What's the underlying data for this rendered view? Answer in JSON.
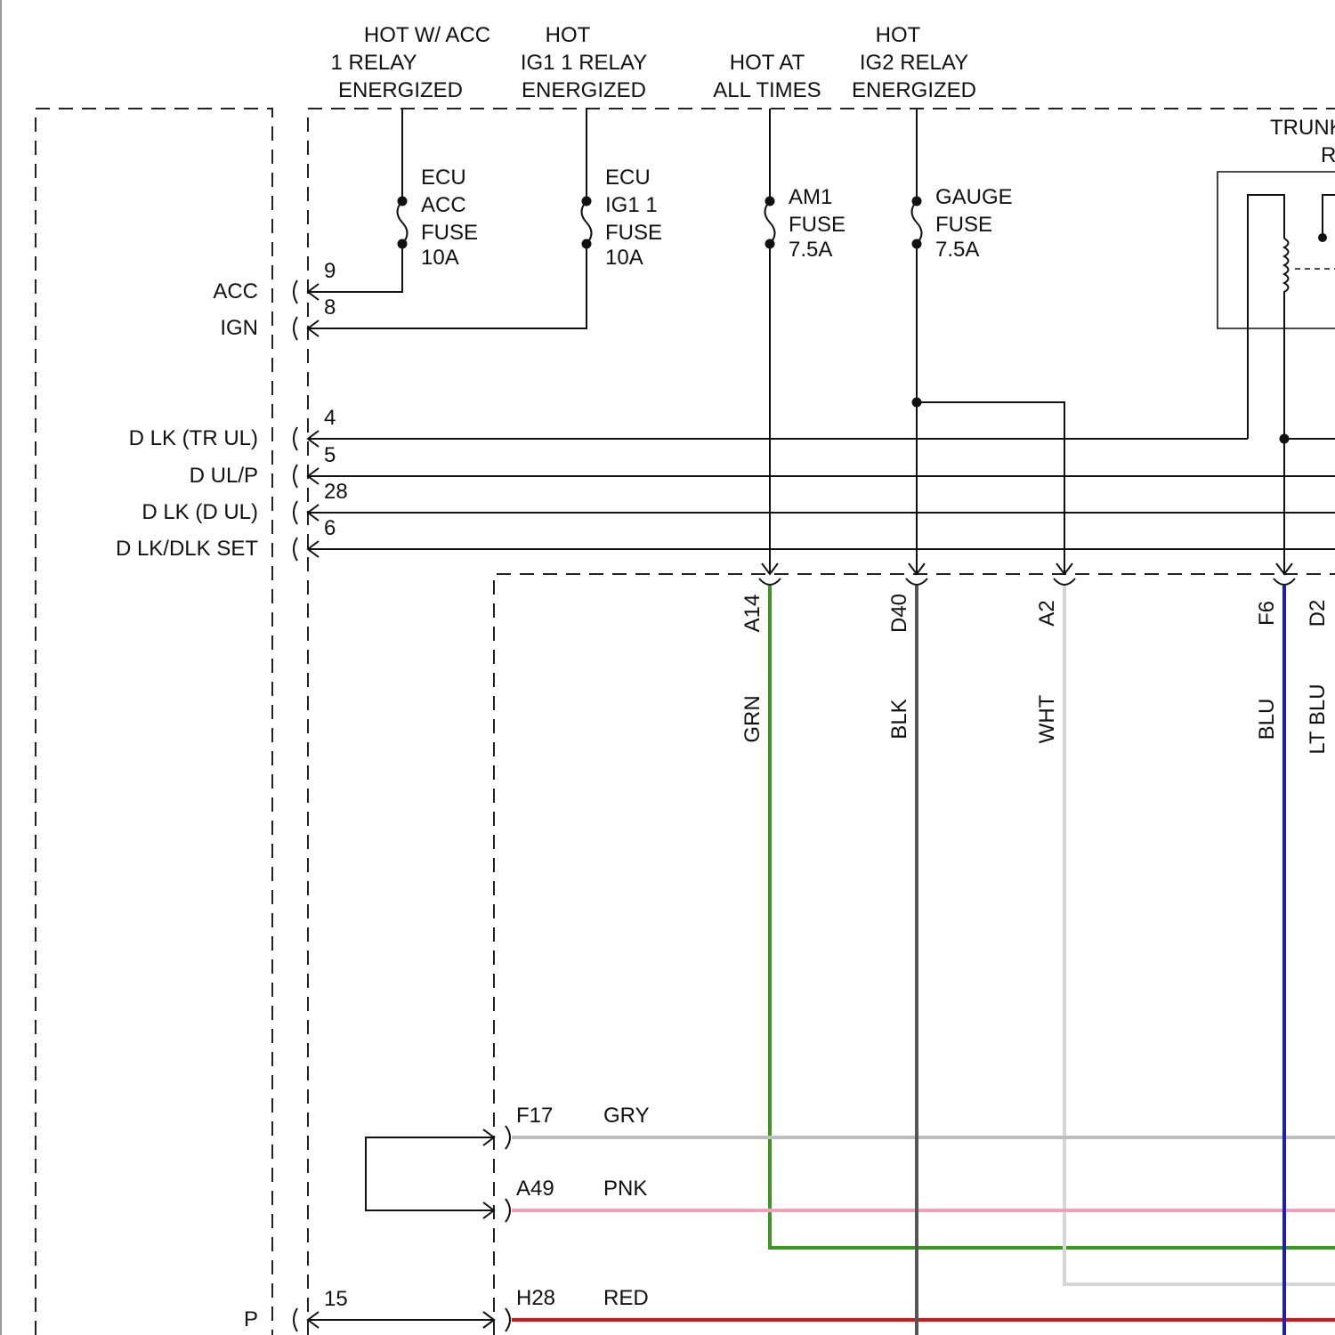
{
  "sources": {
    "acc_relay": {
      "line1": "HOT W/ ACC",
      "line2": "1 RELAY",
      "line3": "ENERGIZED"
    },
    "ig1_relay": {
      "line1": "HOT",
      "line2": "IG1 1 RELAY",
      "line3": "ENERGIZED"
    },
    "all_times": {
      "line1": "HOT AT",
      "line2": "ALL TIMES"
    },
    "ig2_relay": {
      "line1": "HOT",
      "line2": "IG2 RELAY",
      "line3": "ENERGIZED"
    }
  },
  "fuses": {
    "ecu_acc": {
      "line1": "ECU",
      "line2": "ACC",
      "line3": "FUSE",
      "rating": "10A"
    },
    "ecu_ig1": {
      "line1": "ECU",
      "line2": "IG1 1",
      "line3": "FUSE",
      "rating": "10A"
    },
    "am1": {
      "line1": "AM1",
      "line2": "FUSE",
      "rating": "7.5A"
    },
    "gauge": {
      "line1": "GAUGE",
      "line2": "FUSE",
      "rating": "7.5A"
    }
  },
  "relay": {
    "line1": "TRUNK",
    "line2": "R"
  },
  "ecu_pins": [
    {
      "name": "ACC",
      "pin": "9"
    },
    {
      "name": "IGN",
      "pin": "8"
    },
    {
      "name": "D LK (TR UL)",
      "pin": "4"
    },
    {
      "name": "D UL/P",
      "pin": "5"
    },
    {
      "name": "D LK (D UL)",
      "pin": "28"
    },
    {
      "name": "D LK/DLK SET",
      "pin": "6"
    },
    {
      "name": "P",
      "pin": "15"
    }
  ],
  "junction_pins": [
    {
      "pin": "A14",
      "color": "GRN",
      "hex": "#3a9a1e"
    },
    {
      "pin": "D40",
      "color": "BLK",
      "hex": "#555555"
    },
    {
      "pin": "A2",
      "color": "WHT",
      "hex": "#d6d6d6"
    },
    {
      "pin": "F6",
      "color": "BLU",
      "hex": "#1a1acc"
    },
    {
      "pin": "D2",
      "color": "LT BLU",
      "hex": "#6aaee0"
    }
  ],
  "harness_wires": [
    {
      "pin": "F17",
      "color": "GRY",
      "hex": "#bdbdbd"
    },
    {
      "pin": "A49",
      "color": "PNK",
      "hex": "#f0a0b8"
    },
    {
      "pin": "H28",
      "color": "RED",
      "hex": "#e01010"
    }
  ]
}
